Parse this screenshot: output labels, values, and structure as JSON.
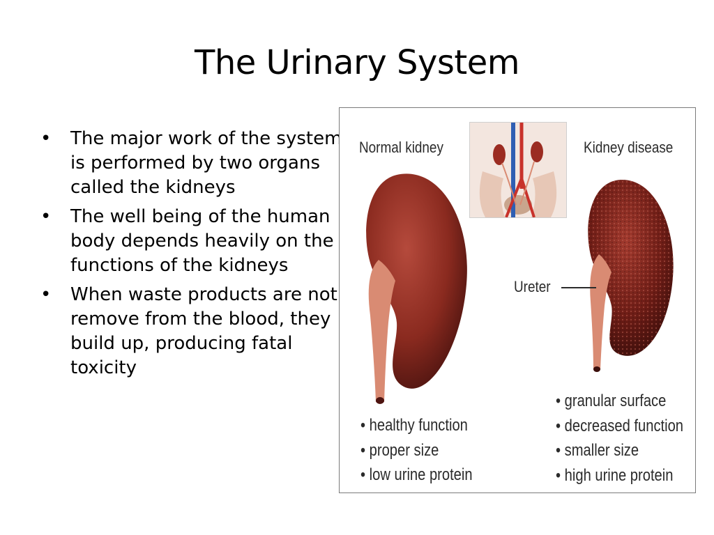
{
  "slide": {
    "title": "The Urinary System",
    "bullets": [
      "The major work of the system is performed by two organs called the kidneys",
      "The well being of the human body depends heavily on the functions of the kidneys",
      "When waste products are not remove from the blood, they build up, producing fatal toxicity"
    ],
    "bullet_marker": "•"
  },
  "figure": {
    "normal_label": "Normal kidney",
    "disease_label": "Kidney disease",
    "ureter_label": "Ureter",
    "normal_points": [
      "healthy function",
      "proper size",
      "low urine protein"
    ],
    "disease_points": [
      "granular surface",
      "decreased function",
      "smaller size",
      "high urine protein"
    ],
    "colors": {
      "kidney_normal": "#8a2a1f",
      "kidney_disease": "#6e1d16",
      "ureter": "#d98b73"
    }
  }
}
